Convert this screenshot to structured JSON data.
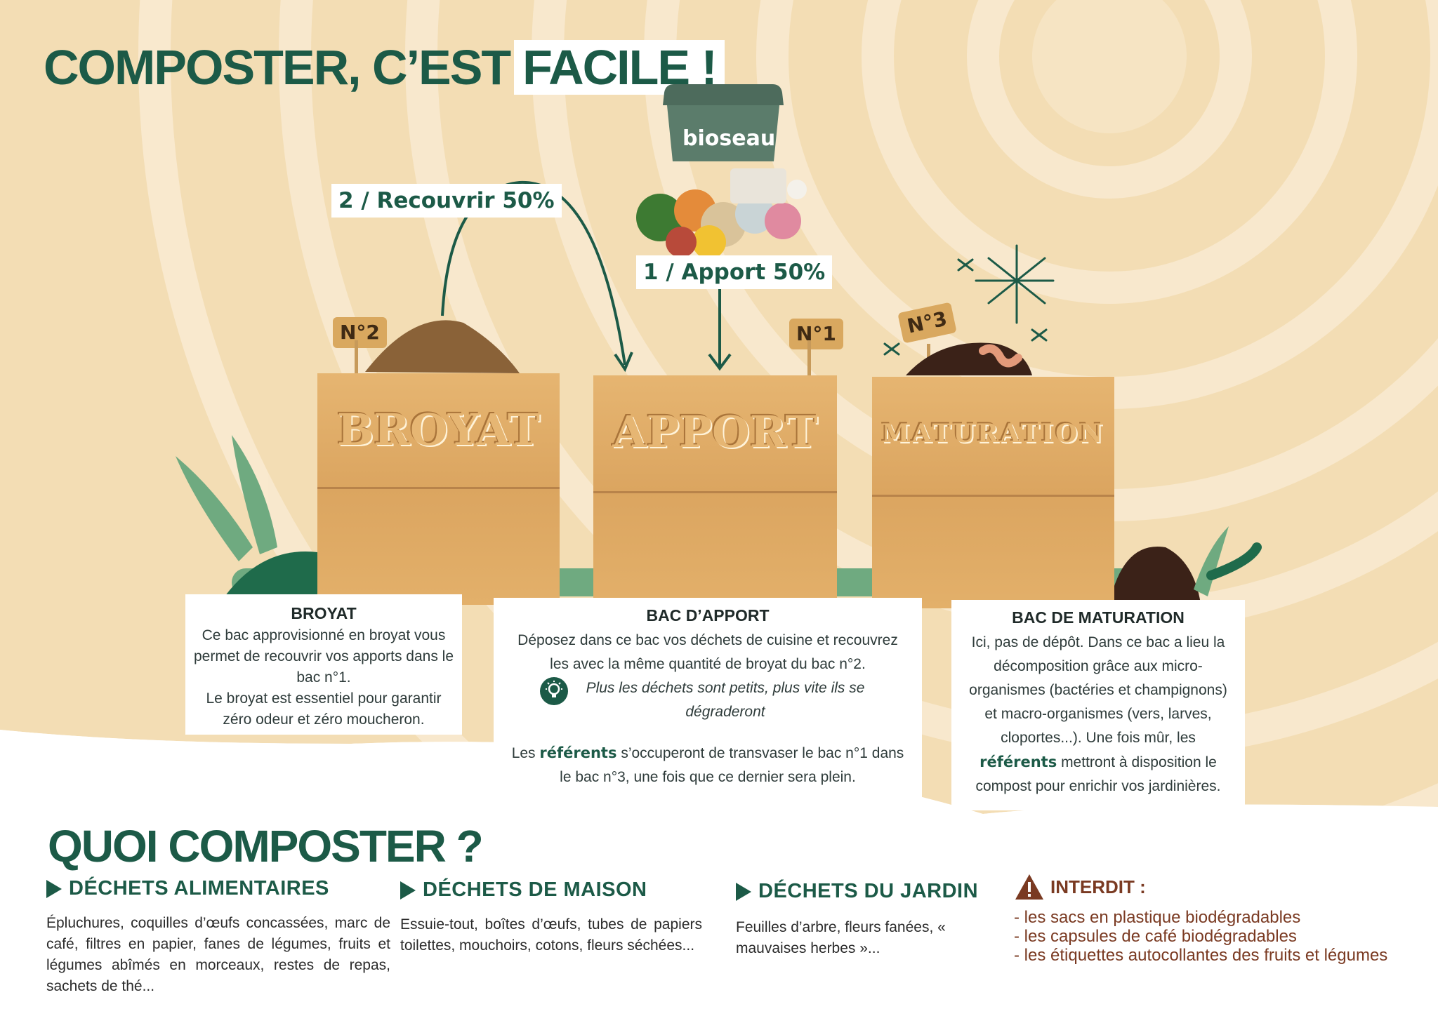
{
  "title": {
    "prefix": "COMPOSTER, C’EST",
    "highlight": "FACILE !"
  },
  "bucket_label": "bioseau",
  "steps": {
    "recouvrir": "2 / Recouvrir 50%",
    "apport": "1 / Apport 50%"
  },
  "crates": [
    {
      "tag": "N°2",
      "word": "BROYAT"
    },
    {
      "tag": "N°1",
      "word": "APPORT"
    },
    {
      "tag": "N°3",
      "word": "MATURATION"
    }
  ],
  "cards": {
    "broyat": {
      "title": "BROYAT",
      "text1": "Ce bac approvisionné en broyat vous permet de recouvrir vos apports dans le bac n°1.",
      "text2": "Le broyat est essentiel pour garantir zéro odeur et zéro moucheron."
    },
    "apport": {
      "title": "BAC D’APPORT",
      "text1": "Déposez dans ce bac vos déchets de cuisine et recouvrez les avec la même quantité de broyat du bac n°2.",
      "tip": "Plus les déchets sont petits, plus vite ils se dégraderont",
      "text2_pre": "Les",
      "text2_hl": "référents",
      "text2_post": "s’occuperont de transvaser le bac n°1 dans le bac n°3, une fois que ce dernier sera plein."
    },
    "maturation": {
      "title": "BAC DE MATURATION",
      "text_pre": "Ici, pas de dépôt. Dans ce bac a lieu la décomposition grâce aux micro-organismes (bactéries et champignons) et macro-organismes (vers, larves, cloportes...). Une fois mûr, les",
      "text_hl": "référents",
      "text_post": "mettront à disposition le compost pour enrichir vos jardinières."
    }
  },
  "section_title": "QUOI COMPOSTER ?",
  "columns": [
    {
      "heading": "DÉCHETS ALIMENTAIRES",
      "text": "Épluchures, coquilles d’œufs concassées, marc de café, filtres en papier, fanes de légumes, fruits et légumes abîmés en morceaux, restes de repas, sachets de thé..."
    },
    {
      "heading": "DÉCHETS DE MAISON",
      "text": "Essuie-tout, boîtes d’œufs, tubes de papiers toilettes, mouchoirs, cotons, fleurs séchées..."
    },
    {
      "heading": "DÉCHETS DU JARDIN",
      "text": "Feuilles d’arbre, fleurs fanées, « mauvaises herbes »..."
    }
  ],
  "forbidden": {
    "heading": "INTERDIT :",
    "items": [
      "- les sacs en plastique biodégradables",
      "- les capsules de café biodégradables",
      "- les étiquettes autocollantes des fruits et légumes"
    ]
  },
  "colors": {
    "green": "#1c5a47",
    "wood": "#e2b06e",
    "warning": "#7a3a22"
  }
}
